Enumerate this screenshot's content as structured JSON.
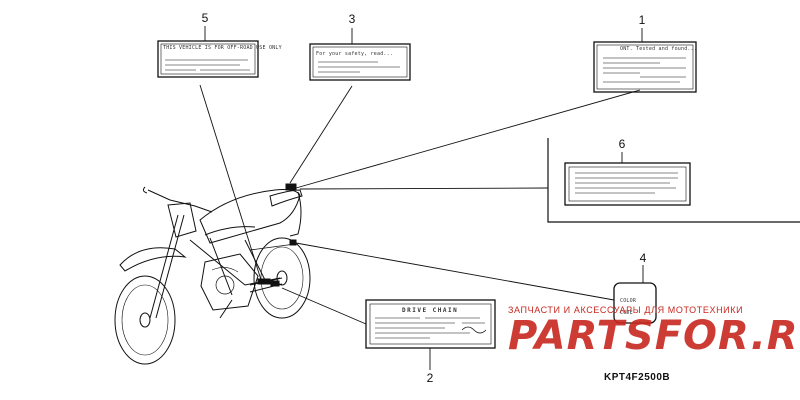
{
  "callouts": [
    "1",
    "2",
    "3",
    "4",
    "5",
    "6"
  ],
  "labels": {
    "label5_text": "THIS VEHICLE IS FOR OFF-ROAD USE ONLY",
    "label3_text": "For your safety, read...",
    "label1_text": "ONT. Tested and found...",
    "label2_title": "DRIVE CHAIN",
    "label4_line1": "COLOR",
    "label4_line2": "CODE"
  },
  "watermark": {
    "top_text": "ЗАПЧАСТИ И АКСЕССУАРЫ ДЛЯ МОТОТЕХНИКИ",
    "logo_text": "PARTSFOR.RU",
    "color": "#c8281f"
  },
  "diagram_code": "KPT4F2500B",
  "colors": {
    "line": "#111111",
    "background": "#ffffff"
  }
}
